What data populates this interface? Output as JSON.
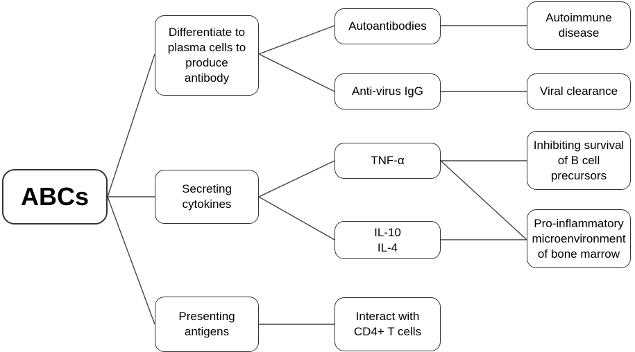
{
  "diagram": {
    "root": "ABCs",
    "functions": {
      "plasma": "Differentiate to\nplasma cells to\nproduce\nantibody",
      "cytokines": "Secreting\ncytokines",
      "antigens": "Presenting\nantigens"
    },
    "mediators": {
      "autoantibodies": "Autoantibodies",
      "antivirus": "Anti-virus IgG",
      "tnf": "TNF-α",
      "il": "IL-10\nIL-4",
      "cd4": "Interact with\nCD4+ T cells"
    },
    "outcomes": {
      "autoimmune": "Autoimmune\ndisease",
      "viral": "Viral clearance",
      "inhibiting": "Inhibiting survival\nof B cell\nprecursors",
      "proinflammatory": "Pro-inflammatory\nmicroenvironment\nof bone marrow"
    }
  }
}
